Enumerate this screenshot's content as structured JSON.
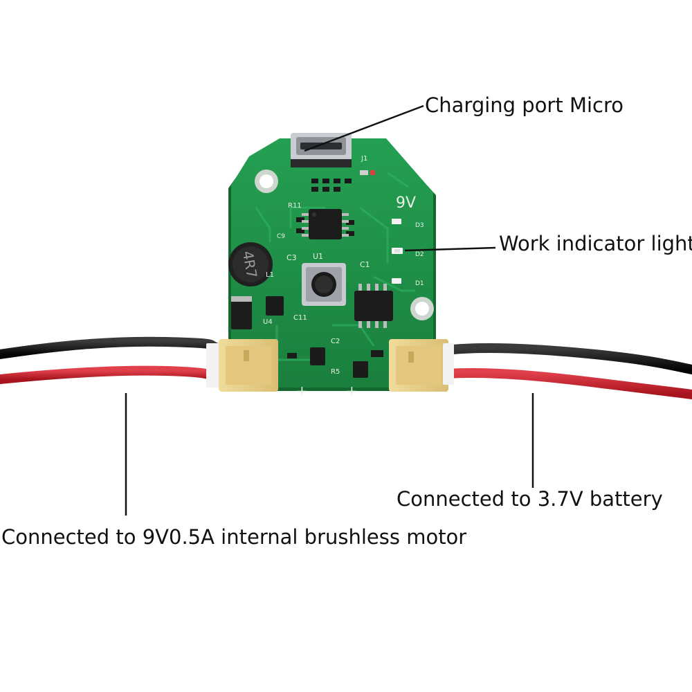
{
  "annotations": {
    "charging_port": "Charging port Micro",
    "work_indicator": "Work indicator light",
    "battery": "Connected to 3.7V battery",
    "motor": "Connected to 9V0.5A internal brushless motor"
  },
  "board": {
    "voltage_marking": "9V",
    "inductor_marking": "4R7",
    "silkscreen": {
      "u1": "U1",
      "c3": "C3",
      "c1": "C1",
      "c11": "C11",
      "r11": "R11",
      "j1": "J1",
      "d3": "D3",
      "d2": "D2",
      "d1": "D1",
      "r5": "R5",
      "c2": "C2",
      "u4": "U4",
      "c9": "C9",
      "l1": "L1"
    }
  },
  "colors": {
    "pcb": "#1f8a44",
    "connector": "#e9d08e",
    "wire_black": "#141414",
    "wire_red": "#c8202a"
  }
}
